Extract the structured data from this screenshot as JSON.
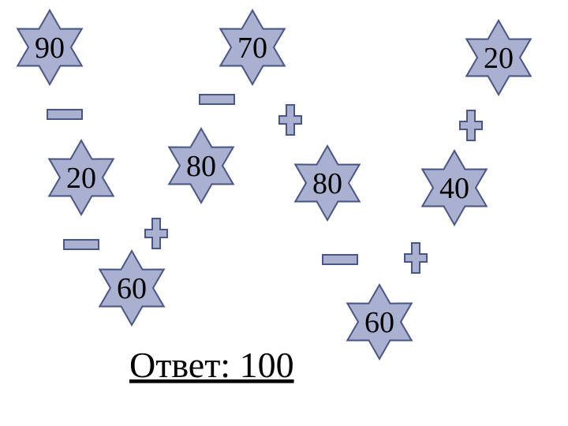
{
  "colors": {
    "star_fill": "#a9b0d0",
    "star_stroke": "#4a5684",
    "sign_fill": "#a9b0d0",
    "sign_stroke": "#4a5684",
    "text": "#000000"
  },
  "stars": [
    {
      "value": "90"
    },
    {
      "value": "70"
    },
    {
      "value": "20"
    },
    {
      "value": "20"
    },
    {
      "value": "80"
    },
    {
      "value": "80"
    },
    {
      "value": "40"
    },
    {
      "value": "60"
    },
    {
      "value": "60"
    }
  ],
  "signs": [
    {
      "kind": "minus",
      "icon": "minus-icon"
    },
    {
      "kind": "minus",
      "icon": "minus-icon"
    },
    {
      "kind": "plus",
      "icon": "plus-icon"
    },
    {
      "kind": "plus",
      "icon": "plus-icon"
    },
    {
      "kind": "minus",
      "icon": "minus-icon"
    },
    {
      "kind": "plus",
      "icon": "plus-icon"
    },
    {
      "kind": "minus",
      "icon": "minus-icon"
    },
    {
      "kind": "plus",
      "icon": "plus-icon"
    }
  ],
  "answer": "Ответ: 100"
}
